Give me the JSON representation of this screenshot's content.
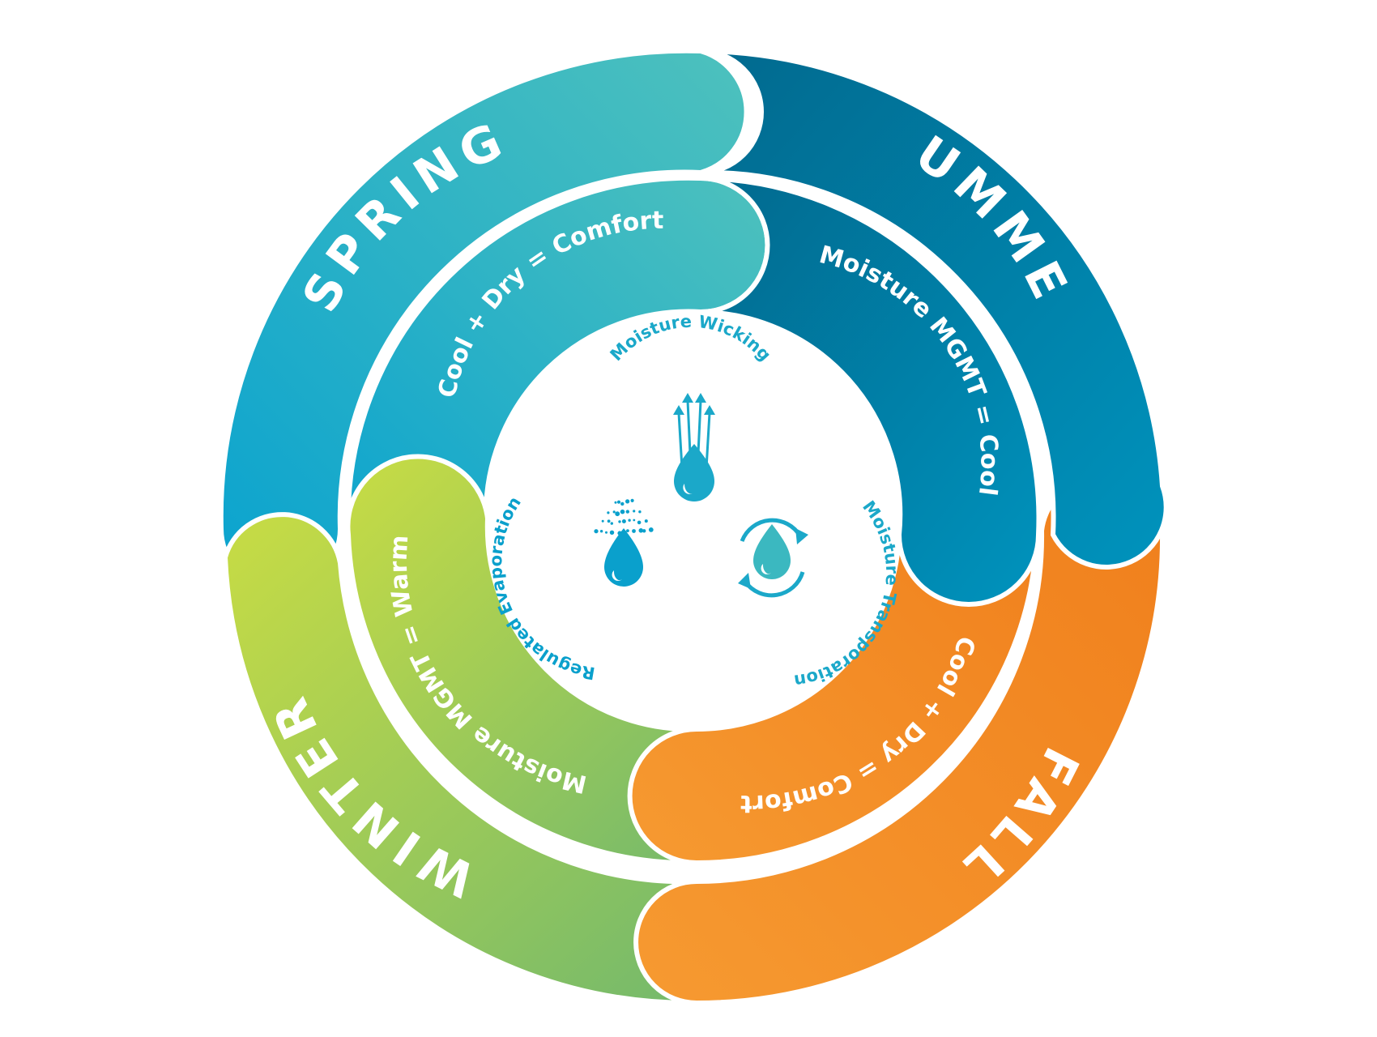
{
  "seasons": [
    {
      "key": "spring",
      "label": "SPRING",
      "inner_text": "Cool + Dry = Comfort",
      "color_start": "#0aa3cf",
      "color_end": "#4ec1bd"
    },
    {
      "key": "summer",
      "label": "SUMMER",
      "inner_text": "Moisture MGMT = Cool",
      "color_start": "#01698e",
      "color_end": "#0093bd"
    },
    {
      "key": "fall",
      "label": "FALL",
      "inner_text": "Cool + Dry = Comfort",
      "color_start": "#f69a31",
      "color_end": "#f07f1c"
    },
    {
      "key": "winter",
      "label": "WINTER",
      "inner_text": "Moisture MGMT = Warm",
      "color_start": "#c8dc44",
      "color_end": "#6fb76e"
    }
  ],
  "features": [
    {
      "label": "Moisture Wicking",
      "icon": "droplet-arrows-up-icon",
      "color": "#1ba8c9"
    },
    {
      "label": "Moisture Transporation",
      "icon": "droplet-cycle-arrows-icon",
      "color": "#1ba8c9"
    },
    {
      "label": "Regulated Evaporation",
      "icon": "droplet-evaporation-icon",
      "color": "#0aa0cc"
    }
  ]
}
